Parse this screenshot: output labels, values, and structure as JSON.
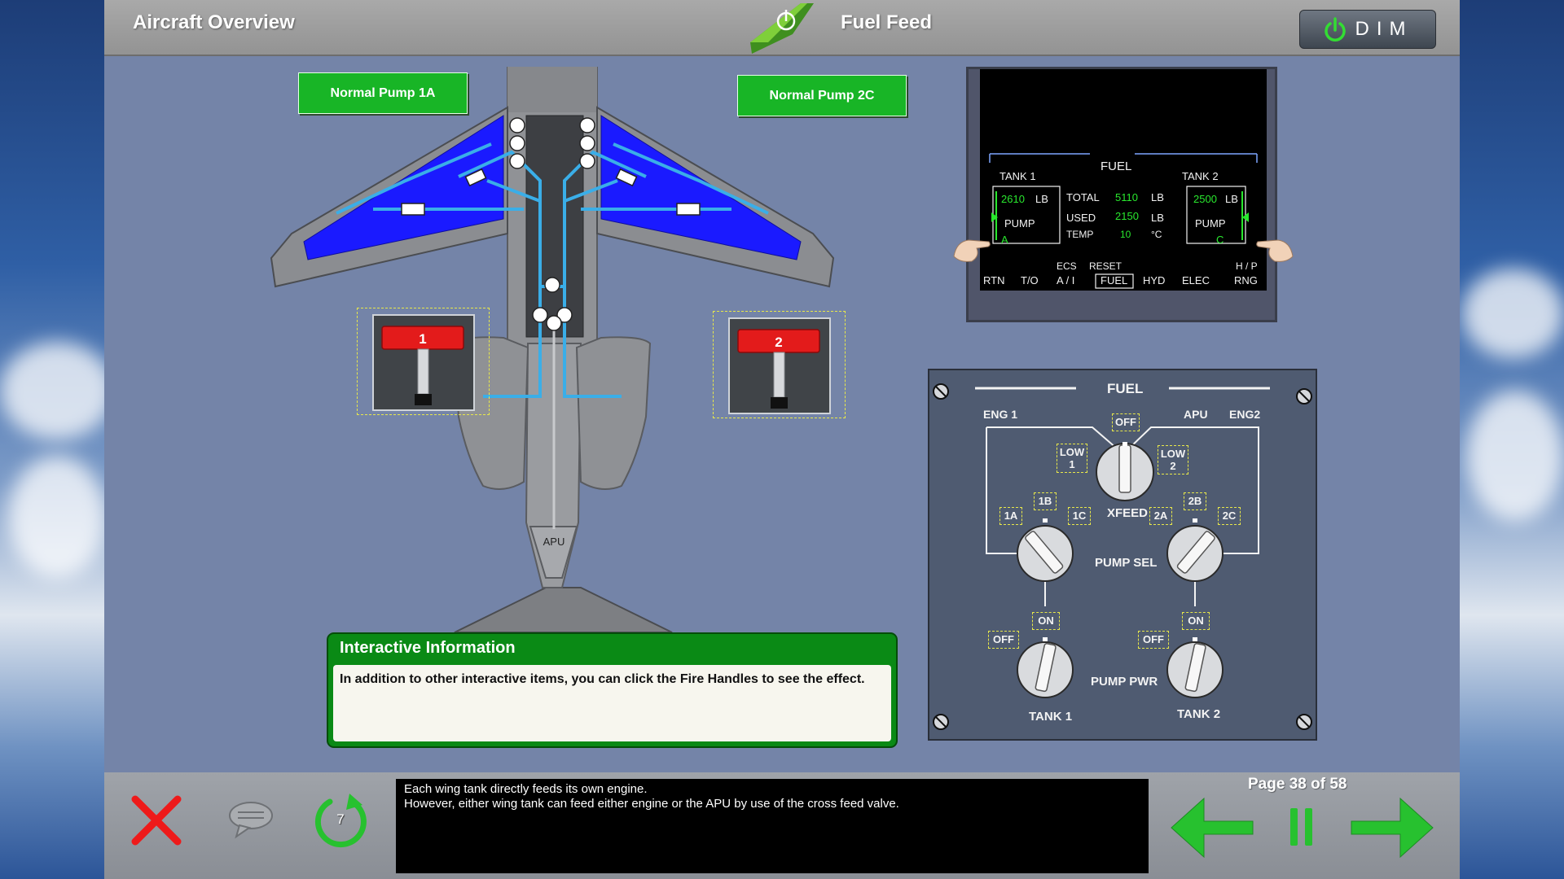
{
  "header": {
    "left_title": "Aircraft Overview",
    "center_title": "Fuel Feed",
    "dim_label": "DIM"
  },
  "diagram": {
    "pump_button_left": "Normal Pump 1A",
    "pump_button_right": "Normal Pump 2C",
    "fire_handle_left": "1",
    "fire_handle_right": "2",
    "apu_label": "APU"
  },
  "info": {
    "title": "Interactive Information",
    "text": "In addition to other interactive items, you can click the Fire Handles to see the effect."
  },
  "ead": {
    "title": "FUEL",
    "tank1_label": "TANK 1",
    "tank2_label": "TANK 2",
    "tank1_qty": "2610",
    "tank2_qty": "2500",
    "unit_lb": "LB",
    "pump_label": "PUMP",
    "tank1_pump": "A",
    "tank2_pump": "C",
    "total_label": "TOTAL",
    "total_value": "5110",
    "used_label": "USED",
    "used_value": "2150",
    "temp_label": "TEMP",
    "temp_value": "10",
    "temp_unit": "°C",
    "softkeys_top": [
      "ECS",
      "RESET",
      "H / P"
    ],
    "softkeys": [
      "RTN",
      "T/O",
      "A / I",
      "FUEL",
      "HYD",
      "ELEC",
      "RNG"
    ]
  },
  "fuel_panel": {
    "title": "FUEL",
    "eng1": "ENG 1",
    "apu": "APU",
    "eng2": "ENG2",
    "xfeed_off": "OFF",
    "low1_a": "LOW",
    "low1_b": "1",
    "low2_a": "LOW",
    "low2_b": "2",
    "xfeed": "XFEED",
    "sel_1a": "1A",
    "sel_1b": "1B",
    "sel_1c": "1C",
    "sel_2a": "2A",
    "sel_2b": "2B",
    "sel_2c": "2C",
    "pump_sel": "PUMP SEL",
    "on_1": "ON",
    "off_1": "OFF",
    "on_2": "ON",
    "off_2": "OFF",
    "pump_pwr": "PUMP PWR",
    "tank1": "TANK 1",
    "tank2": "TANK 2"
  },
  "footer": {
    "caption_line1": "Each wing tank directly feeds its own engine.",
    "caption_line2": "However, either wing tank can feed either engine or the APU by use of the cross feed valve.",
    "page_counter": "Page 38 of 58",
    "replay_count": "7"
  },
  "colors": {
    "accent_green": "#18b526",
    "tank_blue": "#1a1aff",
    "fuel_line": "#3aaee8",
    "display_green": "#29e82e"
  }
}
